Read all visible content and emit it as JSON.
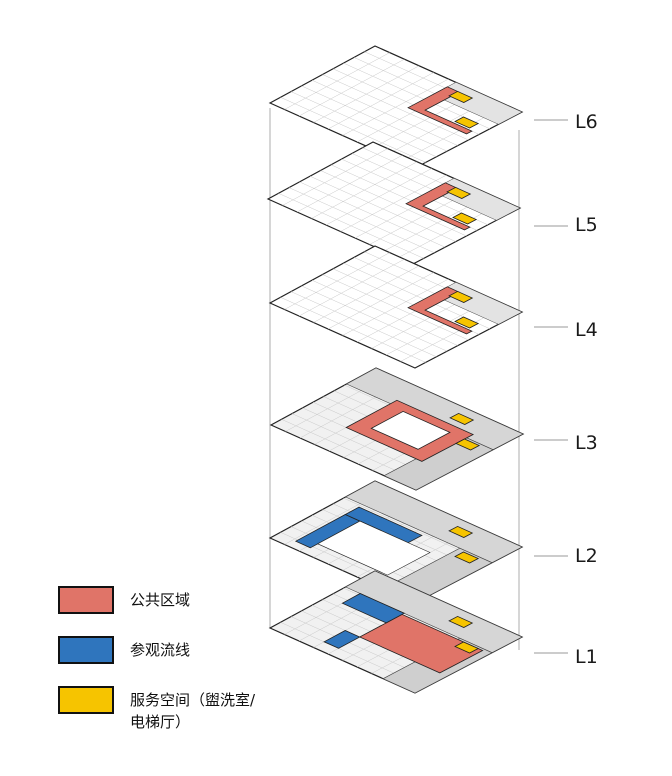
{
  "levels": [
    "L6",
    "L5",
    "L4",
    "L3",
    "L2",
    "L1"
  ],
  "legend": {
    "public": {
      "label": "公共区域",
      "color": "#e07468"
    },
    "circulation": {
      "label": "参观流线",
      "color": "#2f75bd"
    },
    "service": {
      "label_line1": "服务空间（盥洗室/",
      "label_line2": "电梯厅）",
      "color": "#f6c400"
    }
  },
  "colors": {
    "plate_outline": "#222222",
    "grid_line": "#c9c9c9",
    "dark_wall": "#444444",
    "grey_fill": "#d6d6d6",
    "leader_line": "#9a9a9a"
  }
}
